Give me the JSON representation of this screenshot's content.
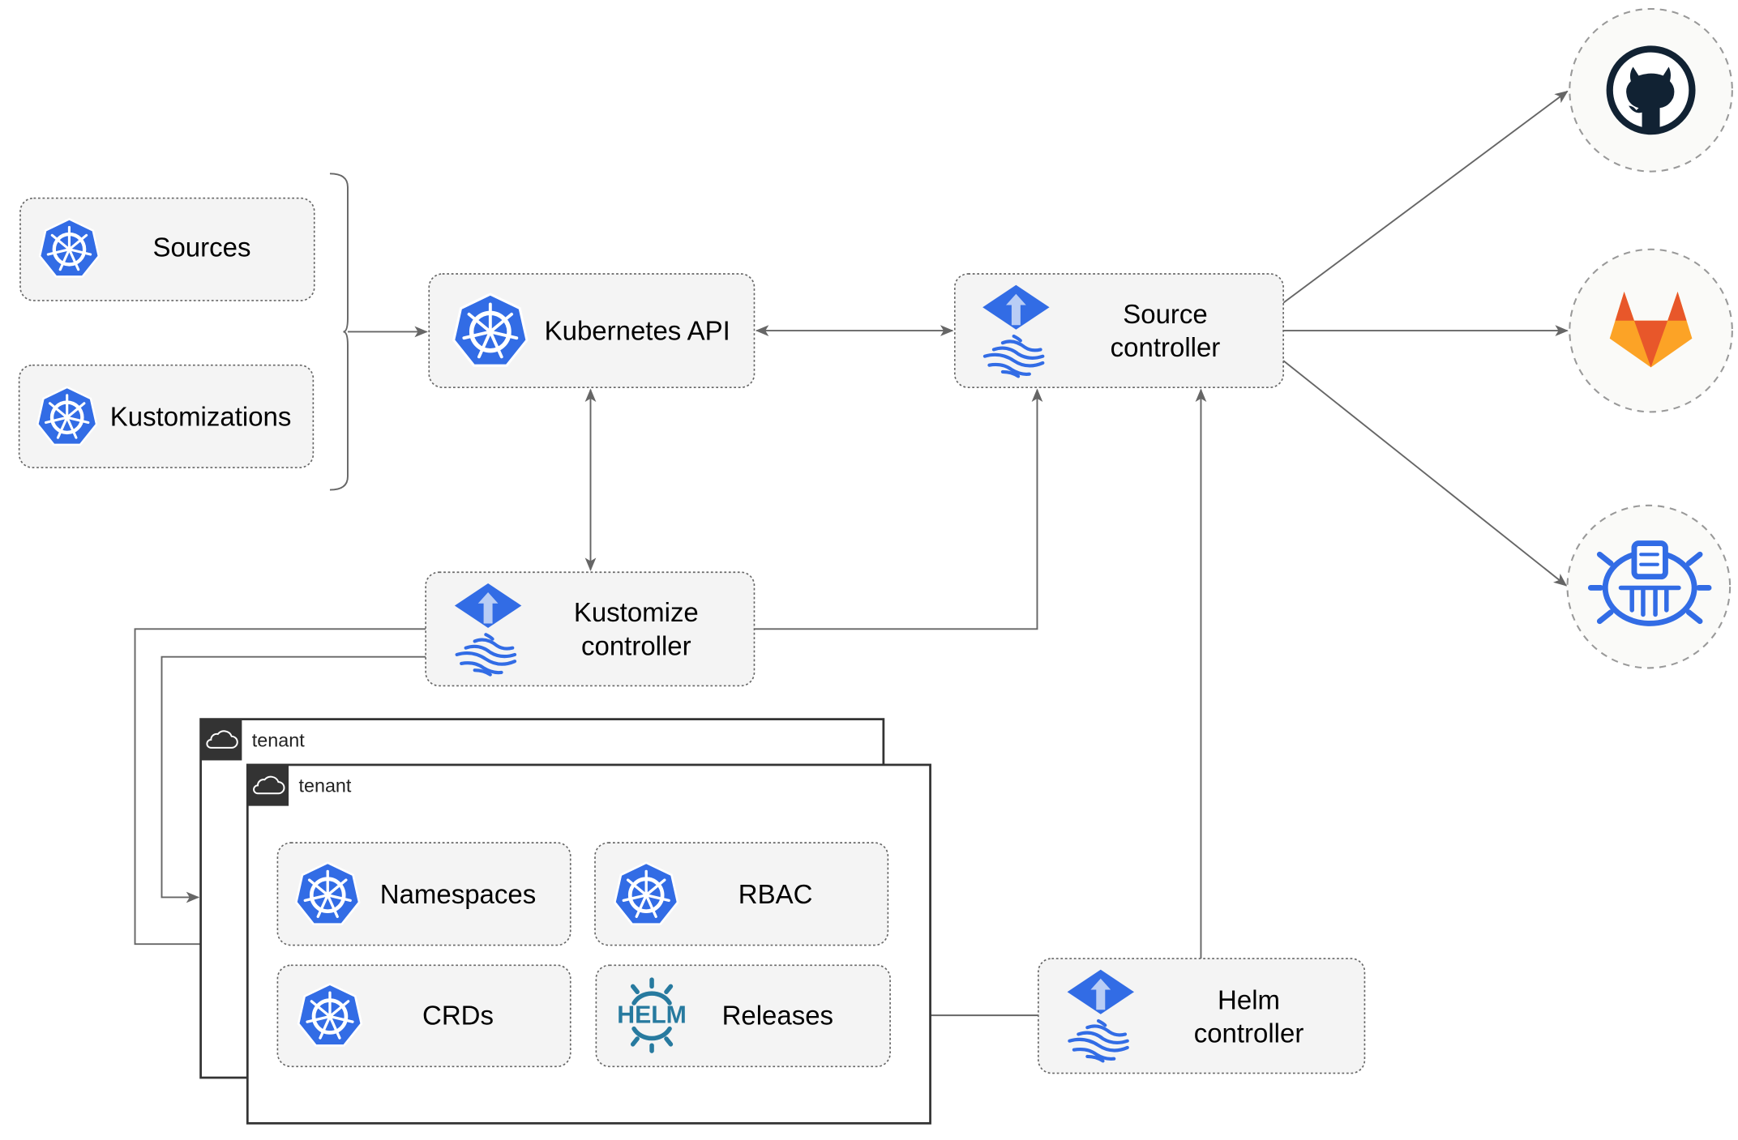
{
  "nodes": {
    "sources": {
      "label": "Sources",
      "icon": "kubernetes-icon"
    },
    "kustomizations": {
      "label": "Kustomizations",
      "icon": "kubernetes-icon"
    },
    "kubernetes_api": {
      "label": "Kubernetes API",
      "icon": "kubernetes-icon"
    },
    "source_controller": {
      "line1": "Source",
      "line2": "controller",
      "icon": "flux-icon"
    },
    "kustomize_controller": {
      "line1": "Kustomize",
      "line2": "controller",
      "icon": "flux-icon"
    },
    "helm_controller": {
      "line1": "Helm",
      "line2": "controller",
      "icon": "flux-icon"
    },
    "namespaces": {
      "label": "Namespaces",
      "icon": "kubernetes-icon"
    },
    "rbac": {
      "label": "RBAC",
      "icon": "kubernetes-icon"
    },
    "crds": {
      "label": "CRDs",
      "icon": "kubernetes-icon"
    },
    "releases": {
      "label": "Releases",
      "icon": "helm-icon",
      "logo_text": "HELM"
    }
  },
  "tenants": [
    {
      "label": "tenant",
      "icon": "cloud-icon"
    },
    {
      "label": "tenant",
      "icon": "cloud-icon"
    }
  ],
  "external_sources": [
    {
      "icon": "github-icon"
    },
    {
      "icon": "gitlab-icon"
    },
    {
      "icon": "bucket-icon"
    }
  ],
  "colors": {
    "kubernetes_blue": "#326ce5",
    "helm_teal": "#277a9f",
    "github_dark": "#112233",
    "gitlab_orange": "#e8572a",
    "gitlab_yellow": "#fca326",
    "edge": "#666666",
    "node_fill": "#f4f4f4"
  }
}
